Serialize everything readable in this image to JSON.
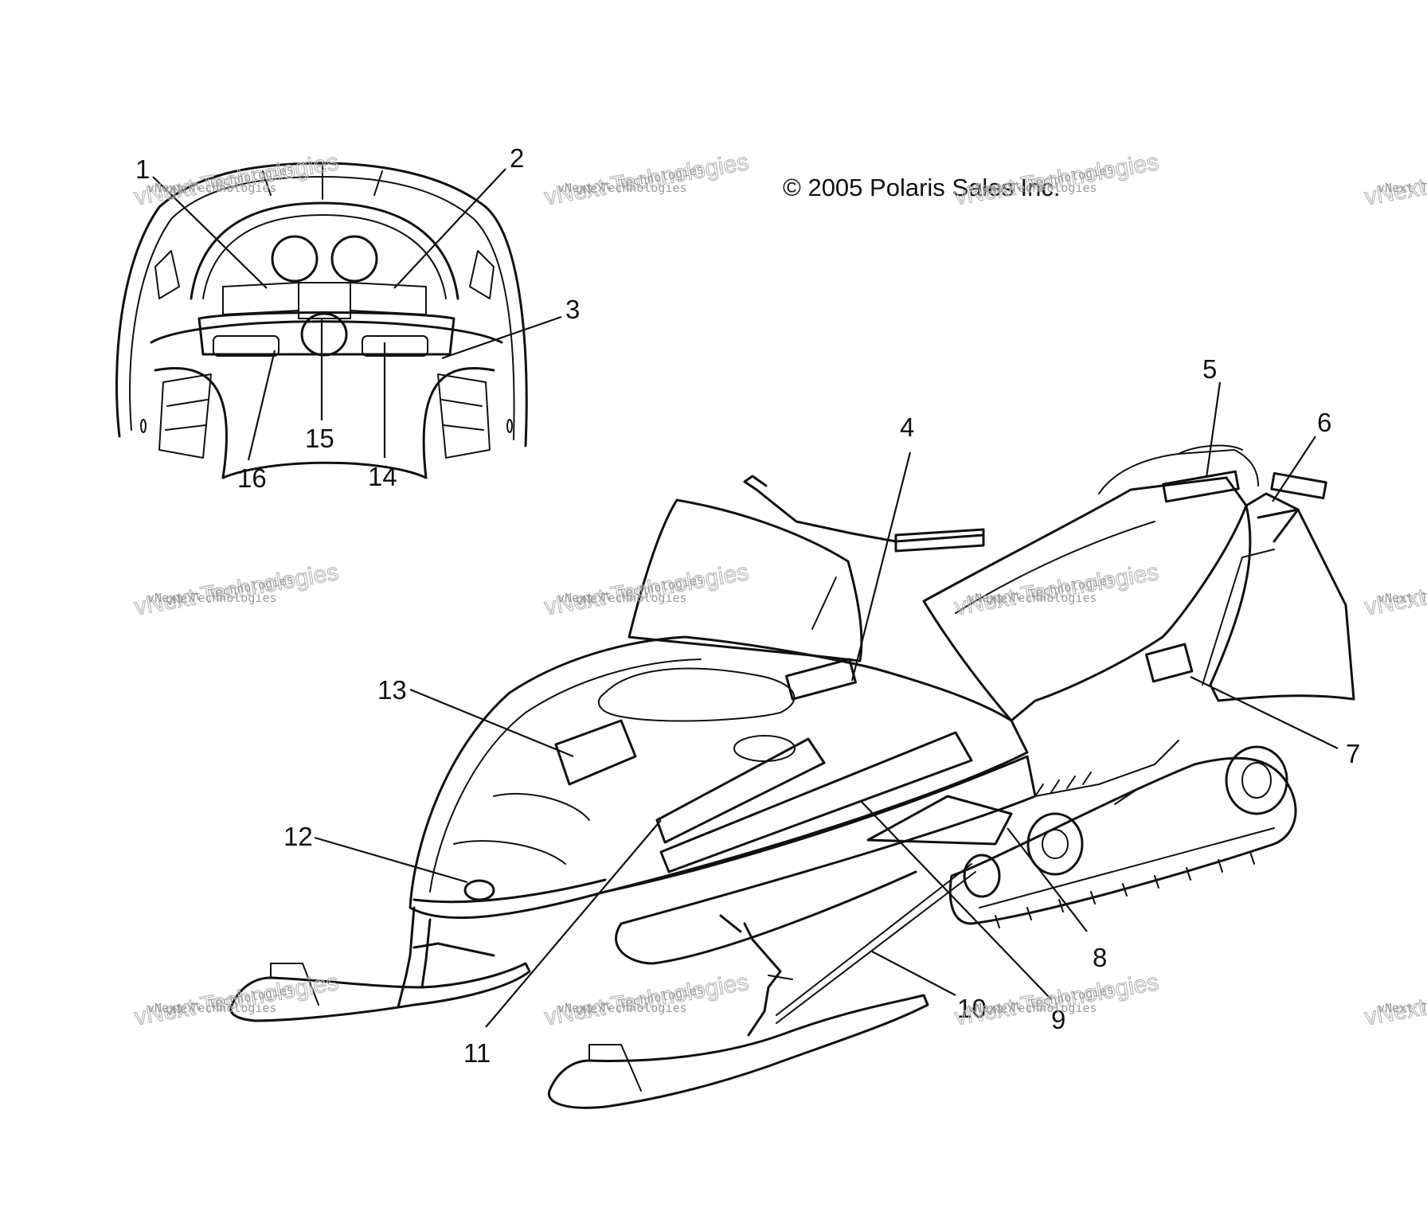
{
  "copyright": "© 2005 Polaris Sales Inc.",
  "watermark": {
    "line1": "vNext Technologies",
    "big": "vNext Technologies",
    "line2": "vNext Technologies"
  },
  "callouts": [
    "1",
    "2",
    "3",
    "4",
    "5",
    "6",
    "7",
    "8",
    "9",
    "10",
    "11",
    "12",
    "13",
    "14",
    "15",
    "16"
  ]
}
